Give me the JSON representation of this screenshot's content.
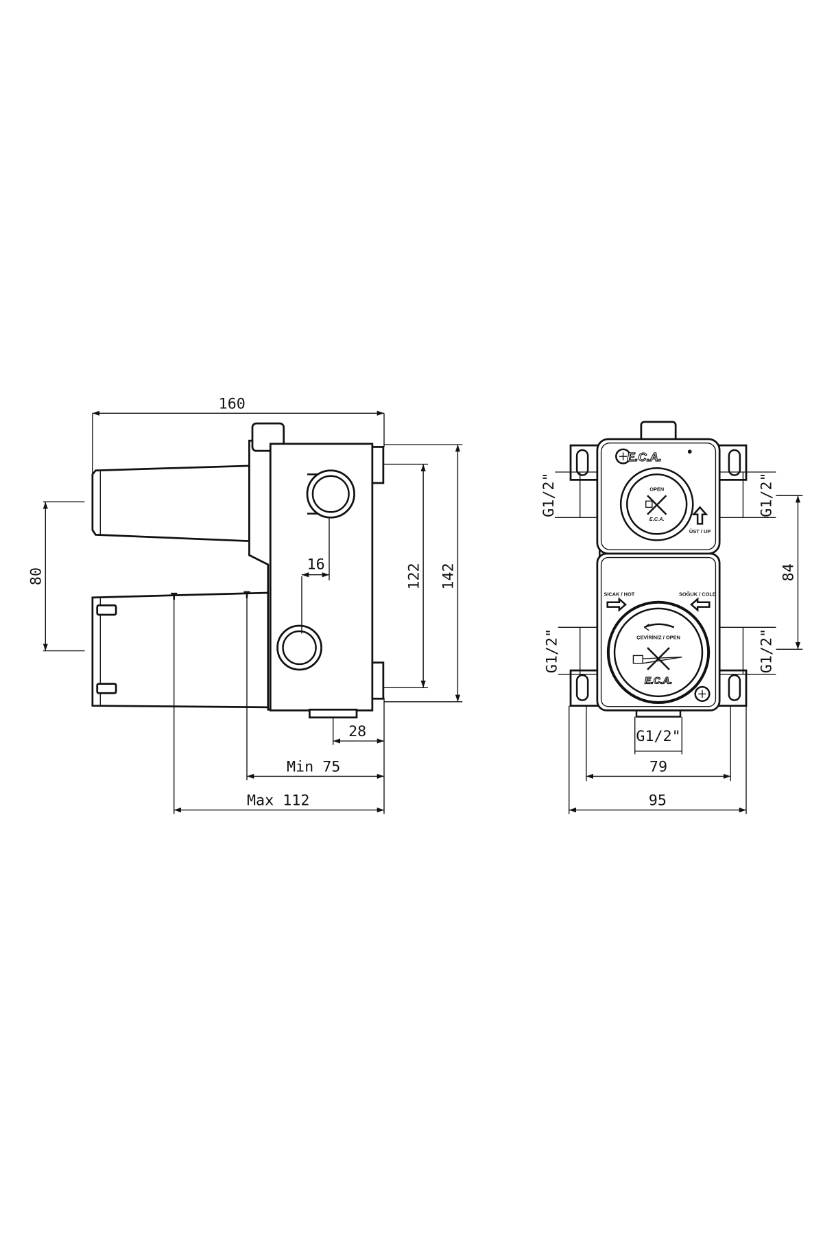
{
  "side_view": {
    "dimensions": {
      "overall_width": "160",
      "handle_spacing": "80",
      "pipe_offset": "16",
      "inner_height": "122",
      "overall_height": "142",
      "outlet_depth": "28",
      "min_depth": "Min 75",
      "max_depth": "Max 112"
    }
  },
  "front_view": {
    "brand": "E.C.A.",
    "labels": {
      "open_small": "OPEN",
      "up": "ÜST / UP",
      "hot": "SICAK / HOT",
      "cold": "SOĞUK / COLD",
      "turn_open": "ÇEVİRİNİZ / OPEN"
    },
    "dimensions": {
      "thread_upper_left": "G1/2\"",
      "thread_lower_left": "G1/2\"",
      "thread_upper_right": "G1/2\"",
      "thread_lower_right": "G1/2\"",
      "outlet_thread": "G1/2\"",
      "connection_spacing": "84",
      "bracket_spacing": "79",
      "overall_width": "95"
    }
  }
}
